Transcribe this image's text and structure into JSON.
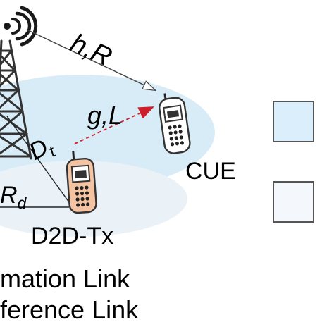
{
  "labels": {
    "hR": "h,R",
    "gL": "g,L",
    "dt_main": "D",
    "dt_sub": "t",
    "rd_main": "R",
    "rd_sub": "d",
    "cue": "CUE",
    "d2d_tx": "D2D-Tx",
    "info_link": "mation Link",
    "interf_link": "ference Link"
  },
  "colors": {
    "cell_fill": "#d8ecf8",
    "d2d_fill": "#eaf2f8",
    "legend_box_1": "#daeefb",
    "legend_box_2": "#f4f7fb",
    "interference_arrow": "#cc1f2a",
    "d2d_phone_body": "#f3c3a2",
    "cue_phone_body": "#ffffff"
  },
  "icons": [
    "signal-waves-icon",
    "tower-icon",
    "phone-icon"
  ]
}
